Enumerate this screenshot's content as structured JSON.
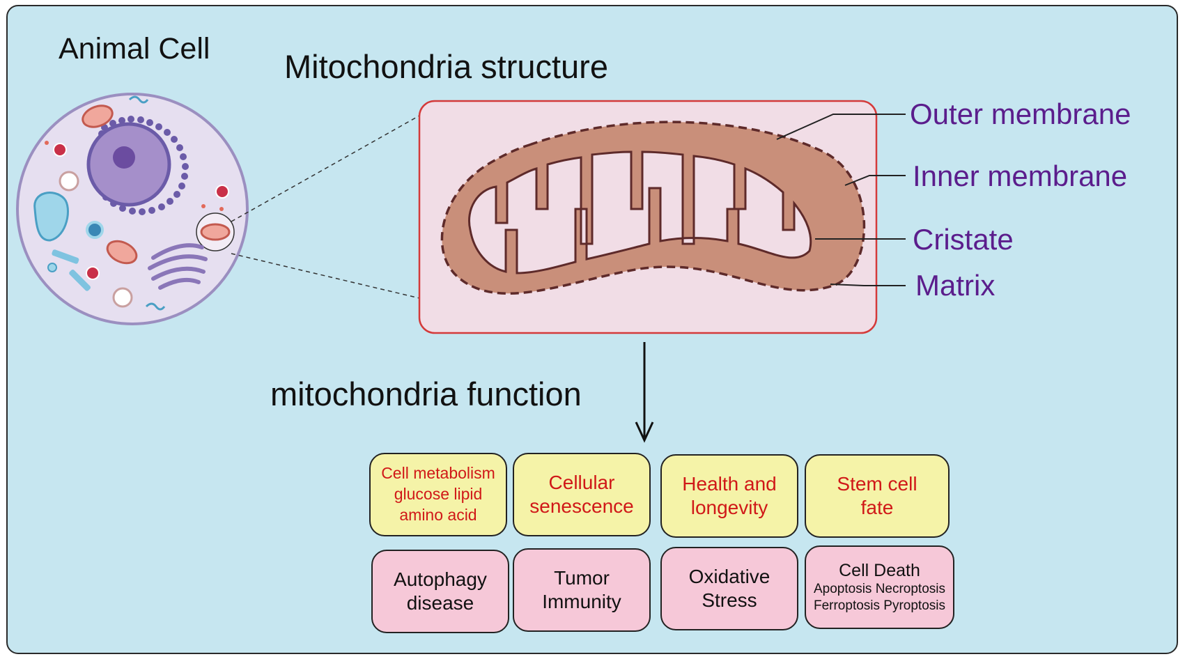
{
  "titles": {
    "animal_cell": "Animal Cell",
    "mito_structure": "Mitochondria structure",
    "mito_function": "mitochondria function"
  },
  "labels": {
    "outer": "Outer membrane",
    "inner": "Inner membrane",
    "cristate": "Cristate",
    "matrix": "Matrix"
  },
  "functions_row1": [
    {
      "lines": [
        "Cell metabolism",
        "glucose  lipid",
        "amino acid"
      ]
    },
    {
      "lines": [
        "Cellular",
        "senescence"
      ]
    },
    {
      "lines": [
        "Health and",
        "longevity"
      ]
    },
    {
      "lines": [
        "Stem cell",
        "fate"
      ]
    }
  ],
  "functions_row2": [
    {
      "lines": [
        "Autophagy",
        "disease"
      ]
    },
    {
      "lines": [
        "Tumor",
        "Immunity"
      ]
    },
    {
      "lines": [
        "Oxidative",
        "Stress"
      ]
    },
    {
      "title": "Cell Death",
      "sub": [
        "Apoptosis   Necroptosis",
        "Ferroptosis Pyroptosis"
      ]
    }
  ],
  "colors": {
    "panel_bg": "#c6e6f0",
    "membrane": "#c98f7a",
    "mito_box_bg": "#f1dde6",
    "mito_box_border": "#d43a3a",
    "label_color": "#5b1d8c",
    "yellow_box": "#f5f3a8",
    "pink_box": "#f6c8d8",
    "red_text": "#d01818"
  }
}
